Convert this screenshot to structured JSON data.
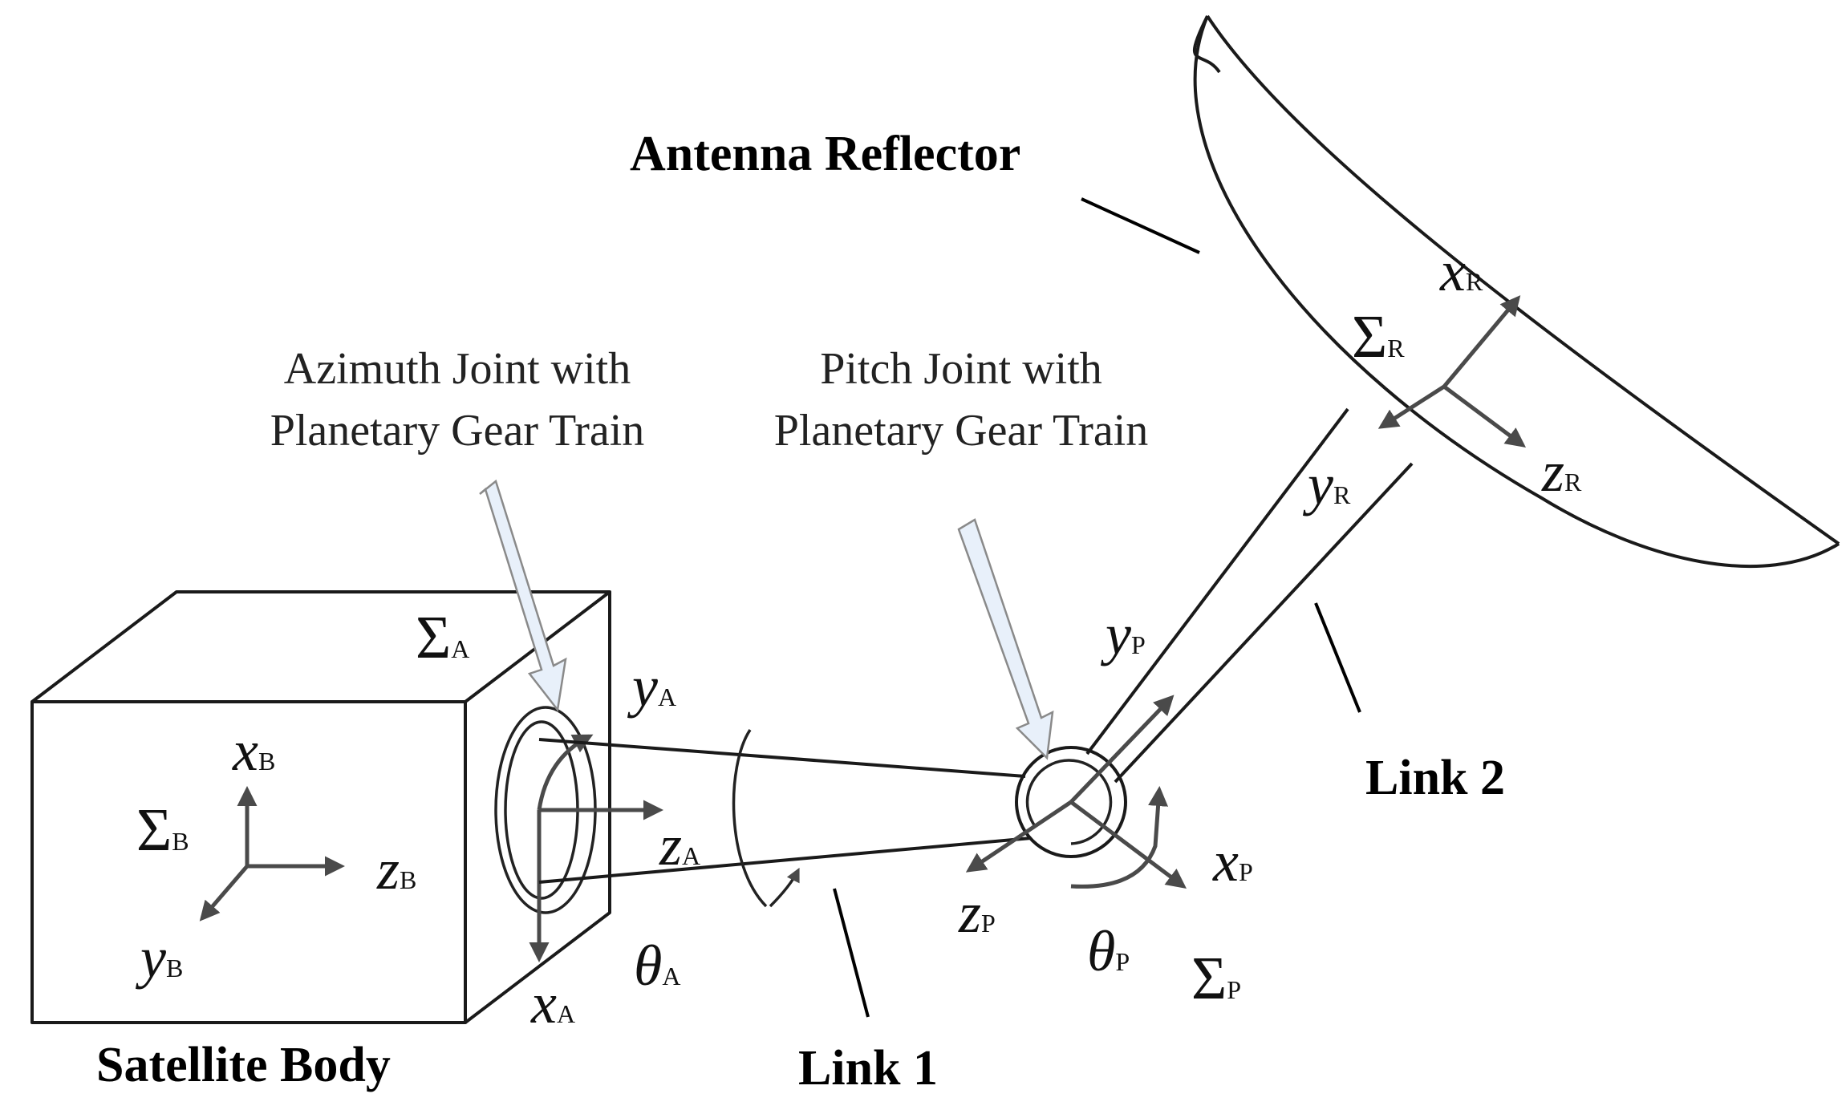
{
  "labels": {
    "antenna_reflector": "Antenna Reflector",
    "satellite_body": "Satellite Body",
    "link1": "Link 1",
    "link2": "Link 2",
    "azimuth_line1": "Azimuth Joint with",
    "azimuth_line2": "Planetary Gear Train",
    "pitch_line1": "Pitch Joint with",
    "pitch_line2": "Planetary Gear Train"
  },
  "symbols": {
    "sigma": "Σ",
    "theta": "θ",
    "x": "x",
    "y": "y",
    "z": "z",
    "sub_A": "A",
    "sub_B": "B",
    "sub_P": "P",
    "sub_R": "R"
  },
  "colors": {
    "line": "#1a1a1a",
    "axis_arrow": "#4a4a4a",
    "pointer_fill": "#e8f0fa"
  }
}
